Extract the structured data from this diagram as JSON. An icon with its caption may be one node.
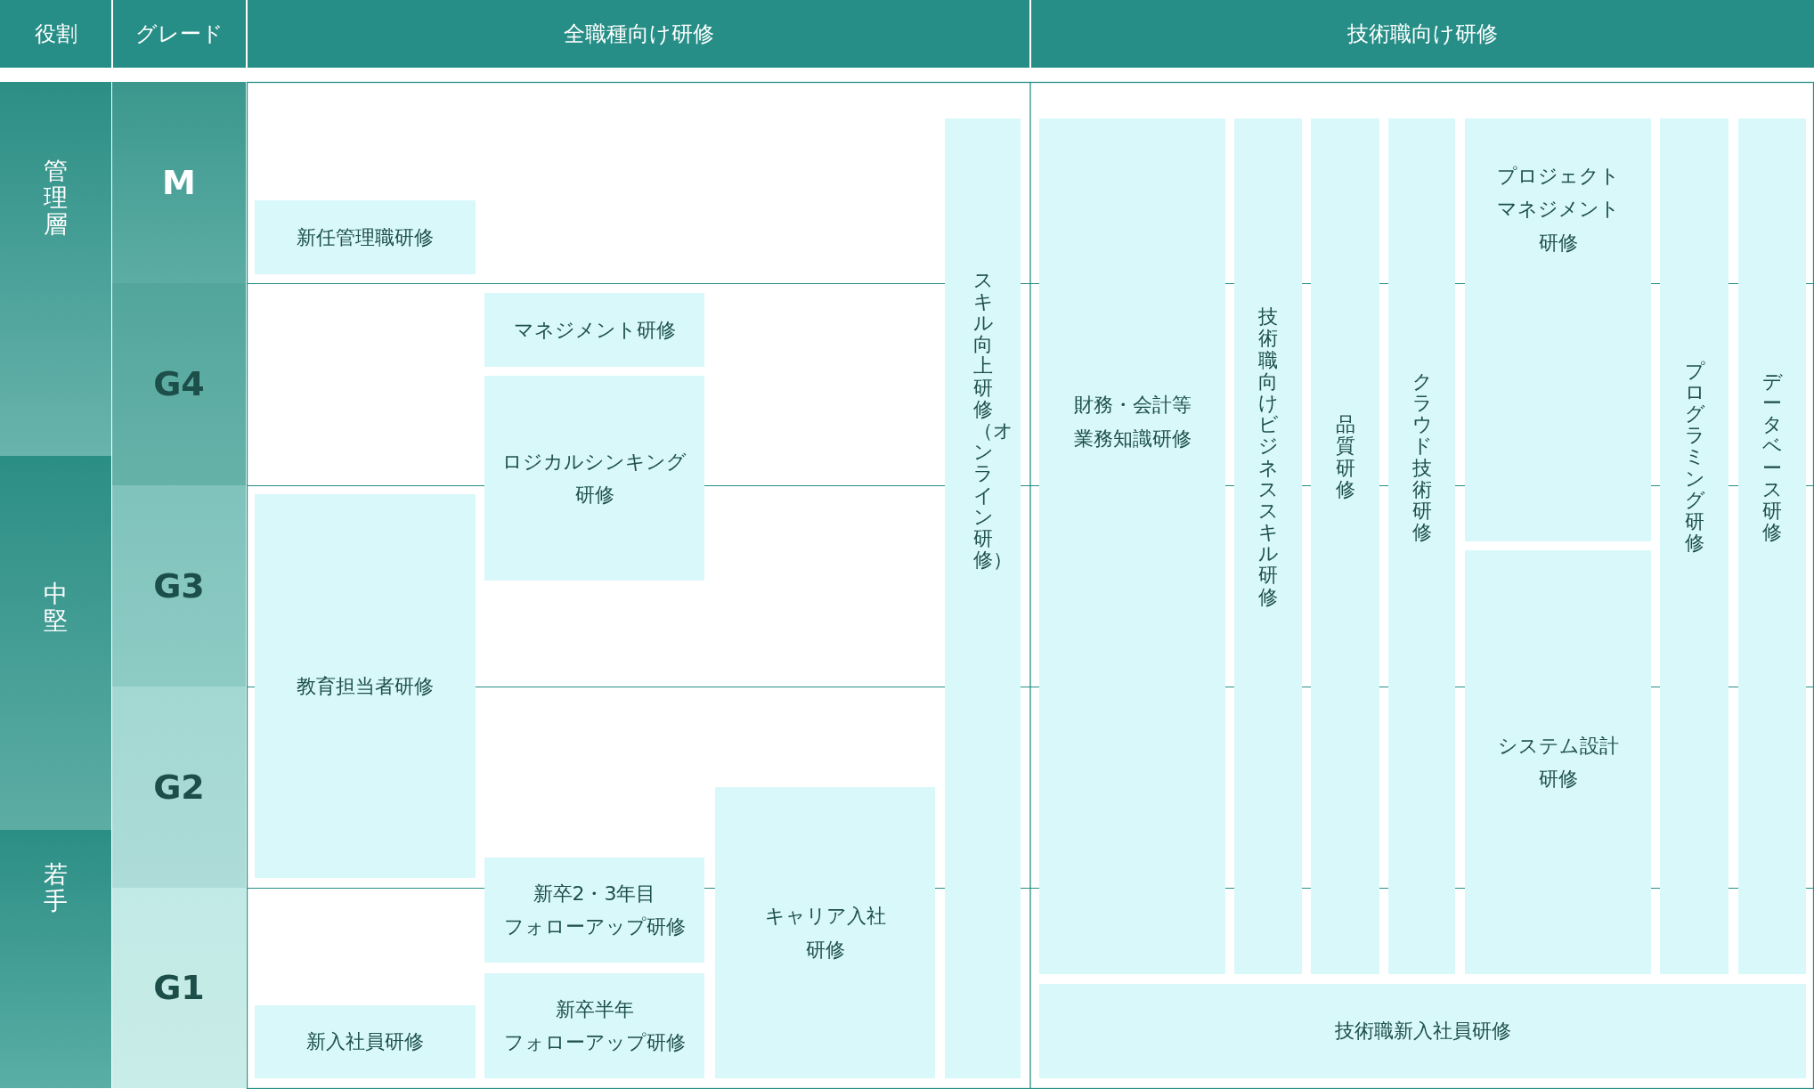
{
  "diagram": {
    "nodes": [
      {
        "text": [
          "役割"
        ]
      },
      {
        "text": [
          "グレード"
        ]
      },
      {
        "text": [
          "全職種向け研修"
        ]
      },
      {
        "text": [
          "技術職向け研修"
        ]
      },
      {
        "text": [
          "管理層"
        ]
      },
      {
        "text": [
          "中堅"
        ]
      },
      {
        "text": [
          "若手"
        ]
      },
      {
        "text": [
          "M"
        ]
      },
      {
        "text": [
          "G4"
        ]
      },
      {
        "text": [
          "G3"
        ]
      },
      {
        "text": [
          "G2"
        ]
      },
      {
        "text": [
          "G1"
        ]
      },
      {
        "text": [
          "新任管理職研修"
        ]
      },
      {
        "text": [
          "マネジメント研修"
        ]
      },
      {
        "text": [
          "ロジカルシンキング研修"
        ]
      },
      {
        "text": [
          "教育担当者研修"
        ]
      },
      {
        "text": [
          "新卒2・3年目フォローアップ研修"
        ]
      },
      {
        "text": [
          "新卒半年フォローアップ研修"
        ]
      },
      {
        "text": [
          "キャリア入社研修"
        ]
      },
      {
        "text": [
          "新入社員研修"
        ]
      },
      {
        "text": [
          "スキル向上研修（オンライン研修）"
        ]
      },
      {
        "text": [
          "財務・会計等業務知識研修"
        ]
      },
      {
        "text": [
          "技術職向けビジネススキル研修"
        ]
      },
      {
        "text": [
          "品質研修"
        ]
      },
      {
        "text": [
          "クラウド技術研修"
        ]
      },
      {
        "text": [
          "プロジェクトマネジメント研修"
        ]
      },
      {
        "text": [
          "システム設計研修"
        ]
      },
      {
        "text": [
          "プログラミング研修"
        ]
      },
      {
        "text": [
          "データベース研修"
        ]
      },
      {
        "text": [
          "技術職新入社員研修"
        ]
      }
    ]
  }
}
